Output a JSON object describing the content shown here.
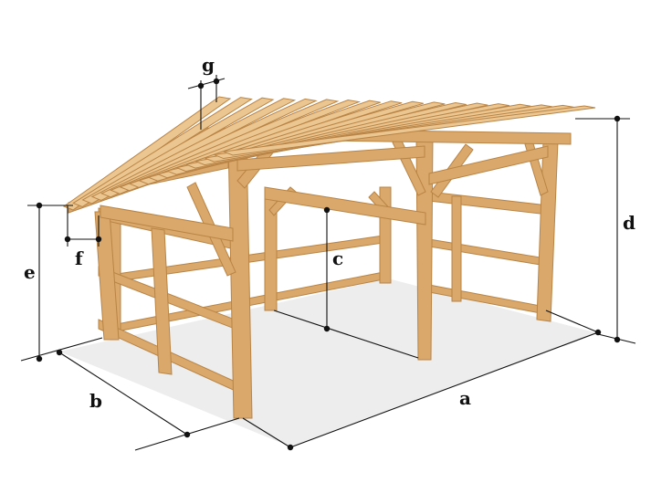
{
  "labels": {
    "a": "a",
    "b": "b",
    "c": "c",
    "d": "d",
    "e": "e",
    "f": "f",
    "g": "g"
  },
  "colors": {
    "wood": "#d9a86a",
    "wood_dark": "#b98446",
    "wood_light": "#ecc690",
    "line": "#111111",
    "ground": "#e9e9e9"
  }
}
